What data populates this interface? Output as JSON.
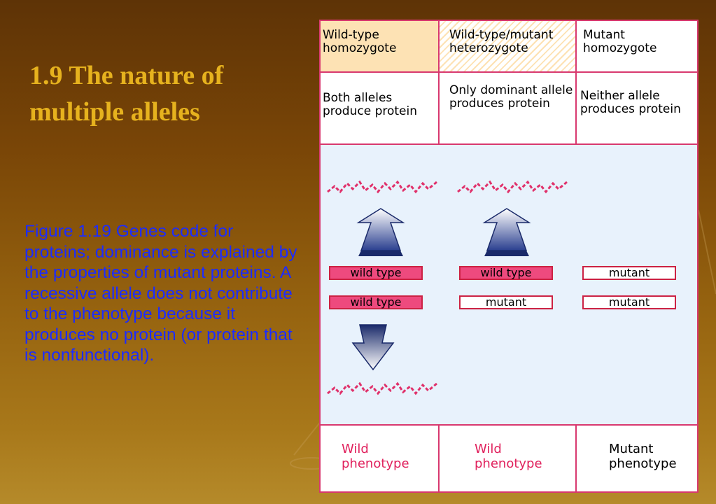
{
  "slide": {
    "title": "1.9 The nature of multiple alleles",
    "caption": "Figure 1.19 Genes code for proteins; dominance is explained by the properties of mutant proteins. A recessive allele does not contribute to the phenotype because it produces no protein (or protein that is nonfunctional)."
  },
  "columns": [
    {
      "genotype": "Wild-type homozygote",
      "description": "Both alleles produce protein",
      "allele_top": "wild type",
      "allele_bottom": "wild type",
      "phenotype": "Wild phenotype"
    },
    {
      "genotype": "Wild-type/mutant heterozygote",
      "description": "Only dominant allele produces protein",
      "allele_top": "wild type",
      "allele_bottom": "mutant",
      "phenotype": "Wild phenotype"
    },
    {
      "genotype": "Mutant homozygote",
      "description": "Neither allele produces protein",
      "allele_top": "mutant",
      "allele_bottom": "mutant",
      "phenotype": "Mutant phenotype"
    }
  ],
  "colors": {
    "title": "#e6b21e",
    "caption": "#1c2cff",
    "border": "#d8386f",
    "wild_allele_fill": "#ee4a7e",
    "wild_phenotype_text": "#e0205c",
    "arrow": "#2a3f8f",
    "protein": "#e0306a"
  },
  "icons": [
    "protein-chain-icon",
    "up-arrow-icon",
    "down-arrow-icon"
  ]
}
